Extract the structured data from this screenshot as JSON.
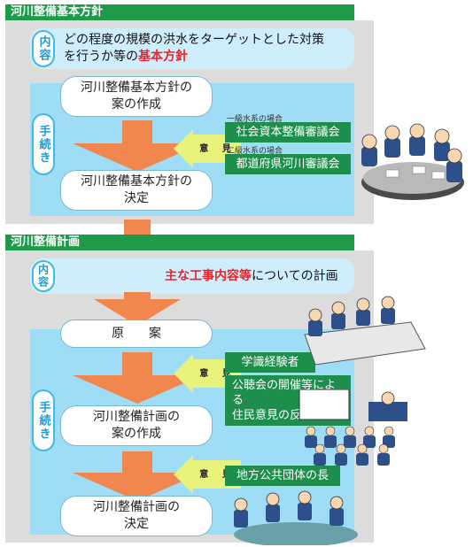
{
  "section1": {
    "title": "河川整備基本方針",
    "content_tag": "内容",
    "content_line1": "どの程度の規模の洪水をターゲットとした対策",
    "content_line2_prefix": "を行うか等の",
    "content_line2_highlight": "基本方針",
    "procedure_tag": "手続き",
    "step1_line1": "河川整備基本方針の",
    "step1_line2": "案の作成",
    "step2_line1": "河川整備基本方針の",
    "step2_line2": "決定",
    "opinion_label": "意 見",
    "caption_class1": "一級水系の場合",
    "council1": "社会資本整備審議会",
    "caption_class2": "二級水系の場合",
    "council2": "都道府県河川審議会"
  },
  "section2": {
    "title": "河川整備計画",
    "content_tag": "内容",
    "content_highlight": "主な工事内容等",
    "content_rest": "についての計画",
    "procedure_tag": "手続き",
    "draft": "原　　案",
    "step1_line1": "河川整備計画の",
    "step1_line2": "案の作成",
    "step2_line1": "河川整備計画の",
    "step2_line2": "決定",
    "opinion_label1": "意 見",
    "opinion_label2": "意 見",
    "experts": "学識経験者",
    "public_line1": "公聴会の開催等による",
    "public_line2": "住民意見の反映",
    "local_gov": "地方公共団体の長"
  },
  "colors": {
    "header_green": "#1e9a4a",
    "badge_green": "#1e8e4c",
    "panel_blue": "#9fdcf5",
    "panel_gray": "#dcdcdc",
    "arrow_orange": "#f0874e",
    "highlight_red": "#e8232b",
    "tag_blue": "#1b9cd6"
  }
}
